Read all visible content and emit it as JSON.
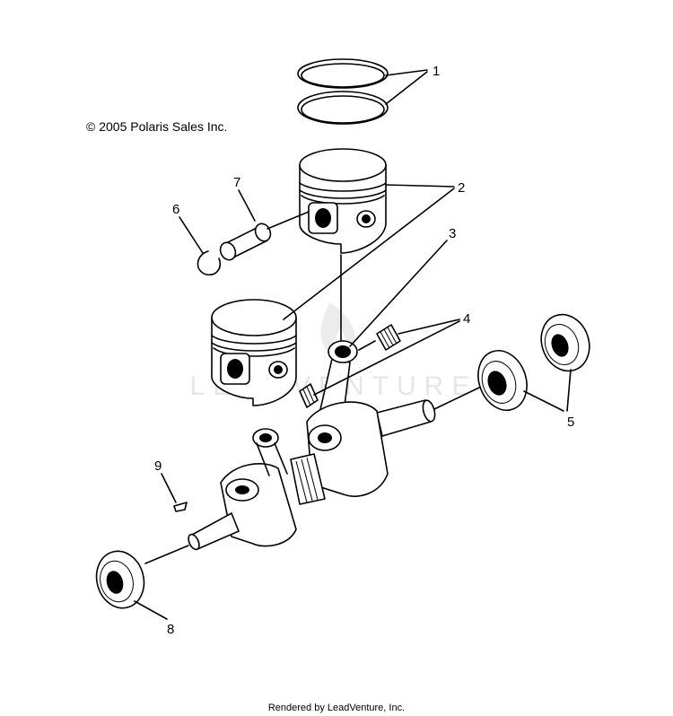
{
  "copyright": "© 2005 Polaris Sales Inc.",
  "footer": "Rendered by LeadVenture, Inc.",
  "watermark": "LEADVENTURE",
  "callouts": [
    "1",
    "2",
    "3",
    "4",
    "5",
    "6",
    "7",
    "8",
    "9"
  ]
}
